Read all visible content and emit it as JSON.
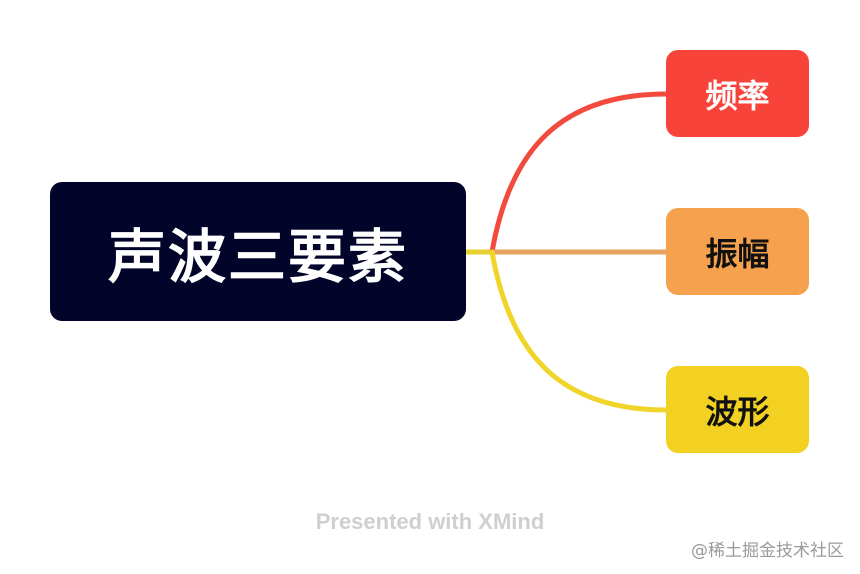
{
  "central_topic": {
    "label": "声波三要素",
    "color": "#02042a",
    "text_color": "#ffffff"
  },
  "branches": [
    {
      "label": "频率",
      "color": "#f8433b",
      "link_color": "#f24a3d",
      "text_color": "#ffffff"
    },
    {
      "label": "振幅",
      "color": "#f6a14d",
      "link_color": "#e8a35e",
      "text_color": "#111111"
    },
    {
      "label": "波形",
      "color": "#f2d123",
      "link_color": "#f0d42a",
      "text_color": "#111111"
    }
  ],
  "footer": {
    "text": "Presented with XMind"
  },
  "watermark": {
    "text": "@稀土掘金技术社区"
  }
}
